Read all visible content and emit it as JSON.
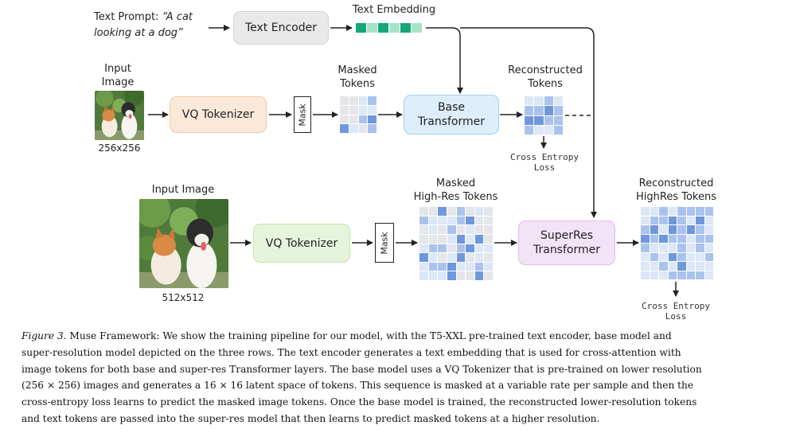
{
  "prompt": {
    "prefix": "Text Prompt: ",
    "line1": "“A cat",
    "line2": "looking at a dog”"
  },
  "text_encoder": {
    "label": "Text Encoder"
  },
  "text_embedding": {
    "label": "Text Embedding"
  },
  "row1": {
    "input_label_1": "Input",
    "input_label_2": "Image",
    "resolution": "256x256",
    "tokenizer": "VQ Tokenizer",
    "mask": "Mask",
    "masked_label_1": "Masked",
    "masked_label_2": "Tokens",
    "transformer_1": "Base",
    "transformer_2": "Transformer",
    "recon_label_1": "Reconstructed",
    "recon_label_2": "Tokens",
    "loss_1": "Cross Entropy",
    "loss_2": "Loss"
  },
  "row2": {
    "input_label": "Input Image",
    "resolution": "512x512",
    "tokenizer": "VQ Tokenizer",
    "mask": "Mask",
    "masked_label_1": "Masked",
    "masked_label_2": "High-Res Tokens",
    "transformer_1": "SuperRes",
    "transformer_2": "Transformer",
    "recon_label_1": "Reconstructed",
    "recon_label_2": "HighRes Tokens",
    "loss_1": "Cross Entropy",
    "loss_2": "Loss"
  },
  "caption": {
    "figure": "Figure 3.",
    "line1": " Muse Framework: We show the training pipeline for our model, with the T5-XXL pre-trained text encoder, base model and",
    "line2": "super-resolution model depicted on the three rows. The text encoder generates a text embedding that is used for cross-attention with",
    "line3": "image tokens for both base and super-res Transformer layers. The base model uses a VQ Tokenizer that is pre-trained on lower resolution",
    "line4": "(256 × 256) images and generates a 16 × 16 latent space of tokens. This sequence is masked at a variable rate per sample and then the",
    "line5": "cross-entropy loss learns to predict the masked image tokens. Once the base model is trained, the reconstructed lower-resolution tokens",
    "line6": "and text tokens are passed into the super-res model that then learns to predict masked tokens at a higher resolution."
  },
  "colors": {
    "embedding_dark": "#17a57a",
    "embedding_light": "#a8e3c9",
    "token_dark": "#6f97db",
    "token_mid": "#a9c3ee",
    "token_light": "#dce7f8",
    "token_gray": "#e4e6ea"
  }
}
